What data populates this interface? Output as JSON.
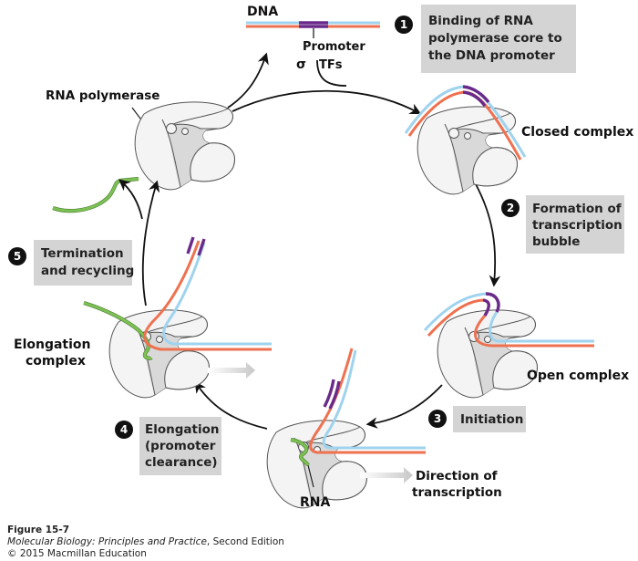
{
  "labels": {
    "dna": "DNA",
    "promoter": "Promoter",
    "sigma": "σ",
    "tfs": "TFs",
    "rna_polymerase": "RNA polymerase",
    "closed_complex": "Closed complex",
    "open_complex": "Open complex",
    "elongation_complex_line1": "Elongation",
    "elongation_complex_line2": "complex",
    "rna": "RNA",
    "direction_line1": "Direction of",
    "direction_line2": "transcription"
  },
  "steps": [
    {
      "number": "1",
      "lines": [
        "Binding of RNA",
        "polymerase core to",
        "the DNA promoter"
      ]
    },
    {
      "number": "2",
      "lines": [
        "Formation of",
        "transcription",
        "bubble"
      ]
    },
    {
      "number": "3",
      "lines": [
        "Initiation"
      ]
    },
    {
      "number": "4",
      "lines": [
        "Elongation",
        "(promoter",
        "clearance)"
      ]
    },
    {
      "number": "5",
      "lines": [
        "Termination",
        "and recycling"
      ]
    }
  ],
  "caption": {
    "figure": "Figure 15-7",
    "book_title": "Molecular Biology: Principles and Practice",
    "edition": ", Second Edition",
    "copyright": "© 2015 Macmillan Education"
  },
  "colors": {
    "template_strand": "#ee7150",
    "coding_strand": "#9fd3ee",
    "promoter": "#6a2a8a",
    "rna": "#7cc153",
    "step_box": "#d4d4d4"
  }
}
